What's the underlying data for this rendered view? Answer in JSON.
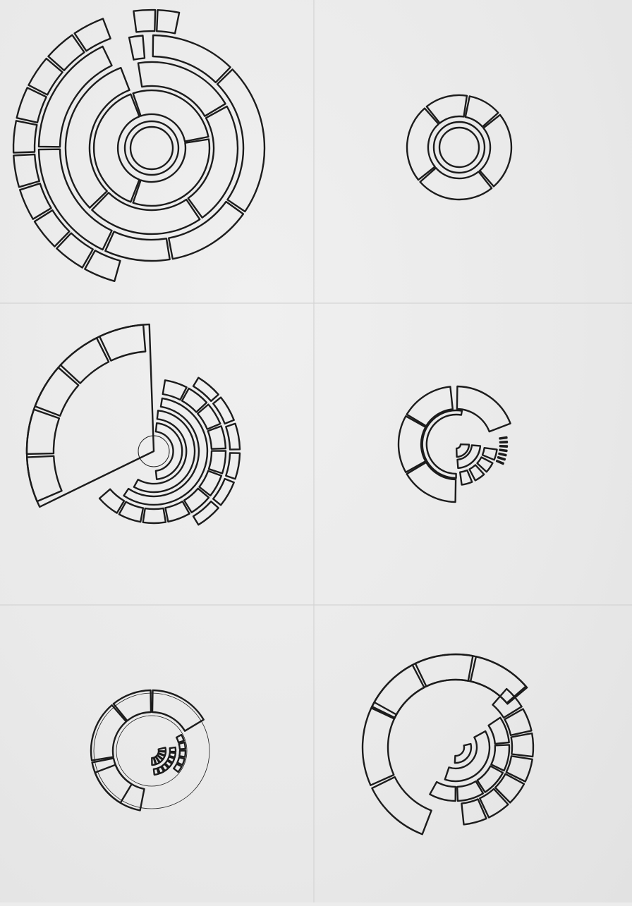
{
  "page": {
    "description_note": "",
    "ink_color": "#1c1c1c",
    "paper_color": "#ececec",
    "fold_line_color": "#d6d6d6"
  },
  "sketches": [
    {
      "id": "sketch-1",
      "name": "sunburst-sketch-large"
    },
    {
      "id": "sketch-2",
      "name": "sunburst-sketch-small-ring"
    },
    {
      "id": "sketch-3",
      "name": "sunburst-sketch-wedge"
    },
    {
      "id": "sketch-4",
      "name": "sunburst-sketch-split"
    },
    {
      "id": "sketch-5",
      "name": "sunburst-sketch-fading"
    },
    {
      "id": "sketch-6",
      "name": "sunburst-sketch-diagonal"
    }
  ]
}
